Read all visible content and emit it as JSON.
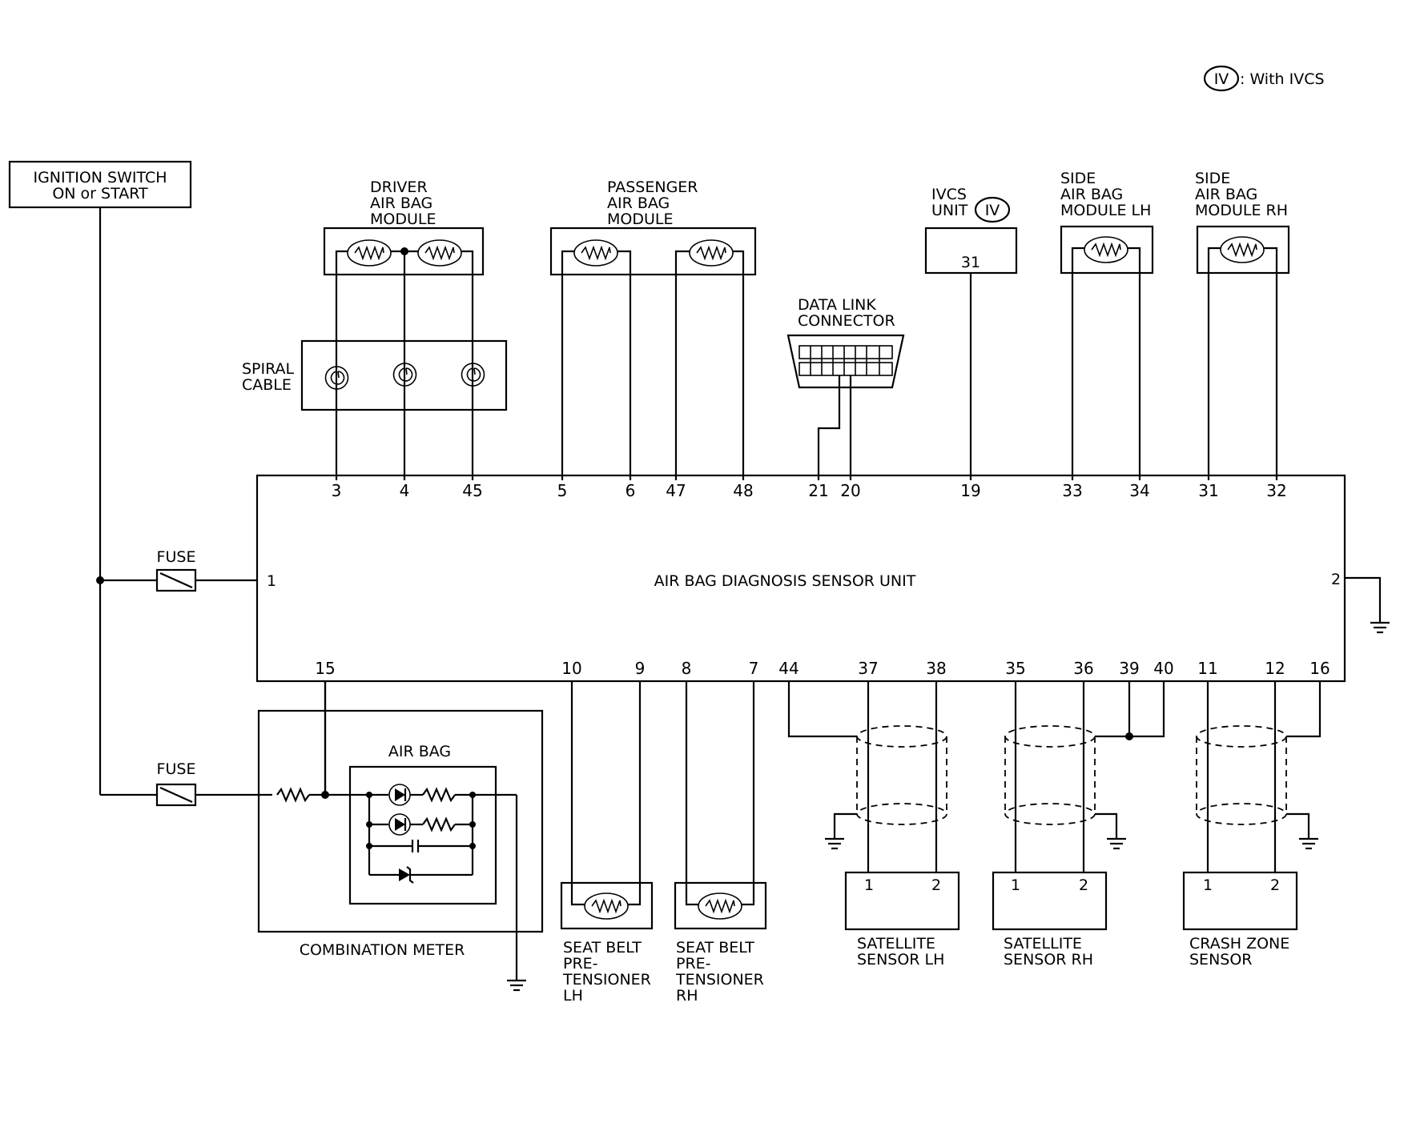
{
  "legend": {
    "symbol": "IV",
    "text": ": With IVCS"
  },
  "ignition_switch": {
    "line1": "IGNITION SWITCH",
    "line2": "ON or START"
  },
  "fuse_top": "FUSE",
  "fuse_bottom": "FUSE",
  "driver_module": {
    "line1": "DRIVER",
    "line2": "AIR BAG",
    "line3": "MODULE"
  },
  "passenger_module": {
    "line1": "PASSENGER",
    "line2": "AIR BAG",
    "line3": "MODULE"
  },
  "ivcs_unit": {
    "line1": "IVCS",
    "line2": "UNIT",
    "symbol": "IV",
    "pin": "31"
  },
  "side_lh": {
    "line1": "SIDE",
    "line2": "AIR BAG",
    "line3": "MODULE LH"
  },
  "side_rh": {
    "line1": "SIDE",
    "line2": "AIR BAG",
    "line3": "MODULE RH"
  },
  "spiral_cable": {
    "line1": "SPIRAL",
    "line2": "CABLE"
  },
  "data_link": {
    "line1": "DATA LINK",
    "line2": "CONNECTOR"
  },
  "main_unit": {
    "title": "AIR BAG DIAGNOSIS SENSOR UNIT",
    "top_pins": [
      "3",
      "4",
      "45",
      "5",
      "6",
      "47",
      "48",
      "21",
      "20",
      "19",
      "33",
      "34",
      "31",
      "32"
    ],
    "left_pin": "1",
    "right_pin": "2",
    "bottom_pins": [
      "15",
      "10",
      "9",
      "8",
      "7",
      "44",
      "37",
      "38",
      "35",
      "36",
      "39",
      "40",
      "11",
      "12",
      "16"
    ]
  },
  "combination_meter": {
    "label": "COMBINATION METER",
    "airbag_label": "AIR BAG"
  },
  "seat_belt_lh": {
    "line1": "SEAT BELT",
    "line2": "PRE-",
    "line3": "TENSIONER",
    "line4": "LH"
  },
  "seat_belt_rh": {
    "line1": "SEAT BELT",
    "line2": "PRE-",
    "line3": "TENSIONER",
    "line4": "RH"
  },
  "satellite_lh": {
    "line1": "SATELLITE",
    "line2": "SENSOR LH",
    "pin1": "1",
    "pin2": "2"
  },
  "satellite_rh": {
    "line1": "SATELLITE",
    "line2": "SENSOR RH",
    "pin1": "1",
    "pin2": "2"
  },
  "crash_zone": {
    "line1": "CRASH ZONE",
    "line2": "SENSOR",
    "pin1": "1",
    "pin2": "2"
  }
}
